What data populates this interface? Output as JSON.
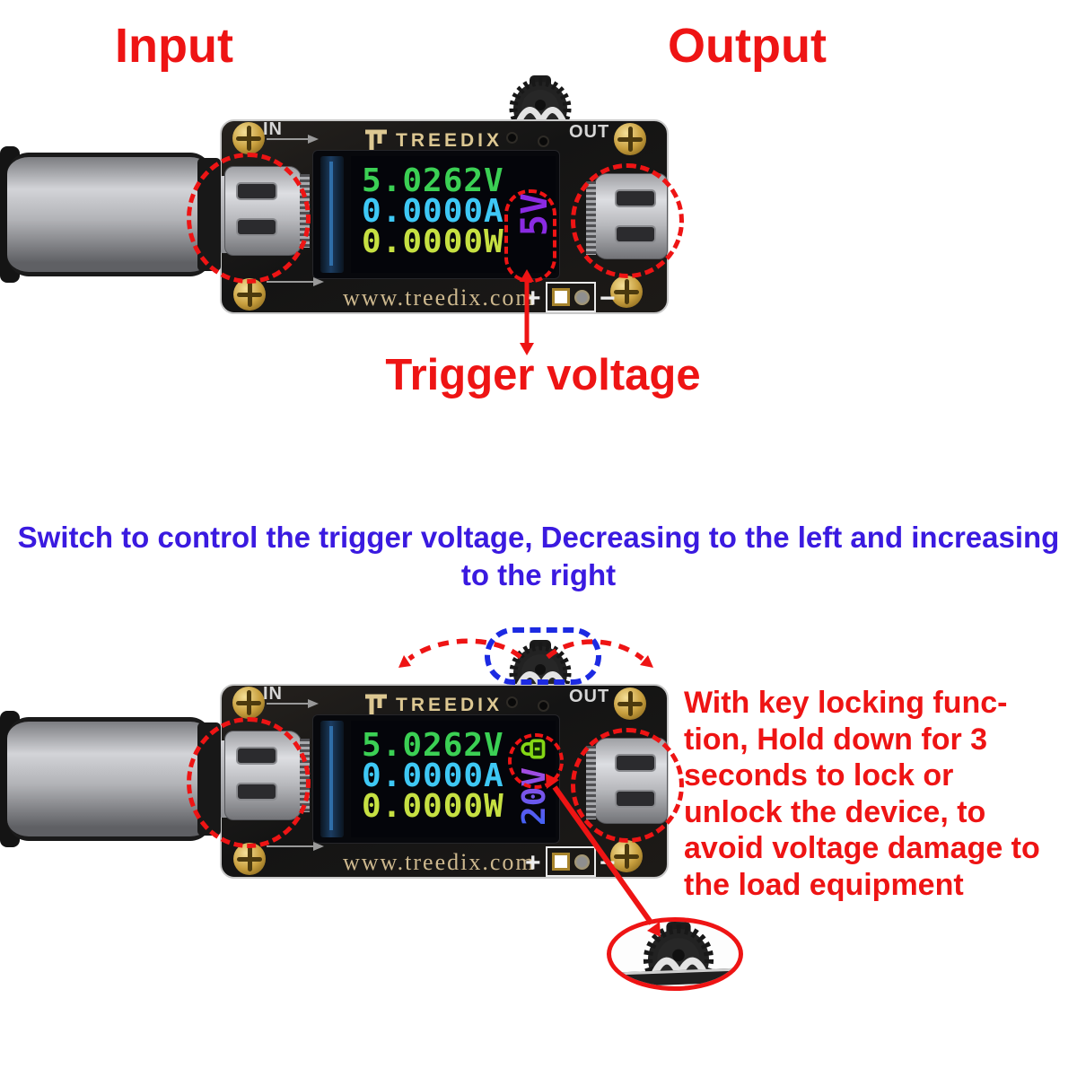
{
  "titles": {
    "input": "Input",
    "output": "Output",
    "trigger_voltage": "Trigger voltage"
  },
  "notes": {
    "switch_line1": "Switch to control the trigger voltage, Decreasing to the left and increasing",
    "switch_line2": "to the right",
    "key_lock_lines": [
      "With key locking func-",
      "tion, Hold down for 3",
      "seconds to lock or",
      "unlock the device, to",
      "avoid voltage damage to",
      "the load equipment"
    ]
  },
  "device": {
    "brand": "TREEDIX",
    "in_label": "IN",
    "out_label": "OUT",
    "website": "www.treedix.com",
    "plus_label": "+",
    "minus_label": "−"
  },
  "display_top": {
    "voltage": "5.0262V",
    "current": "0.0000A",
    "power": "0.0000W",
    "trigger_voltage": "5V"
  },
  "display_bottom": {
    "voltage": "5.0262V",
    "current": "0.0000A",
    "power": "0.0000W",
    "trigger_voltage": "20V"
  },
  "colors": {
    "annotation_red": "#ee1414",
    "annotation_blue_dash": "#1c2ae2",
    "note_blue": "#3a1ae0",
    "display_voltage_green": "#3bd054",
    "display_current_cyan": "#3ec8f5",
    "display_power_yellow": "#c6e042",
    "display_trigger_purple": "#8a2be2",
    "lock_green": "#84d615",
    "pcb_gold_text": "#ddc892"
  }
}
